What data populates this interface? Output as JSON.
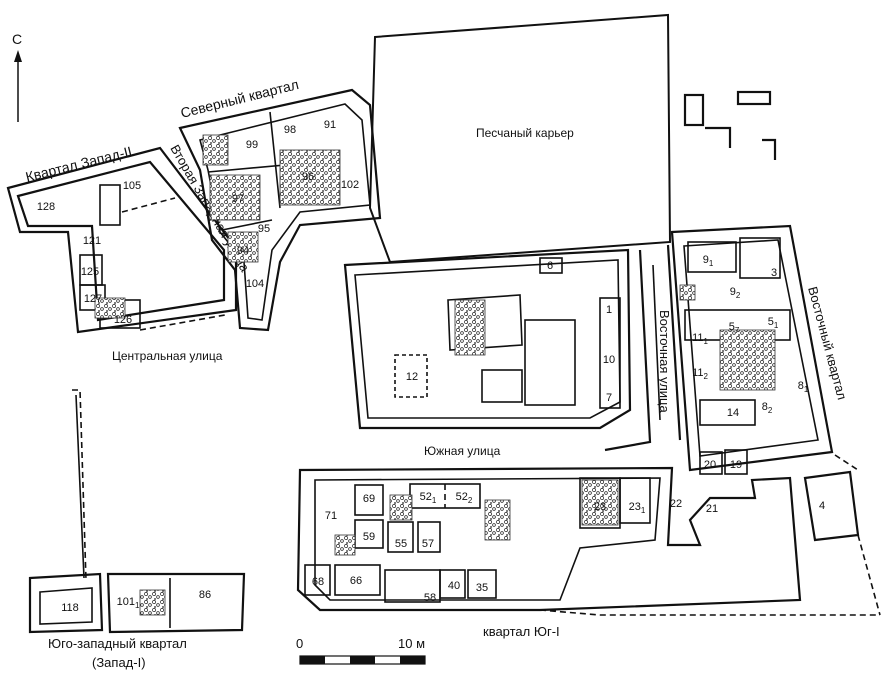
{
  "north_arrow": {
    "label": "С"
  },
  "labels": {
    "quarter_west2": "Квартал Запад-II",
    "second_west_street": "Вторая Западная улица",
    "north_quarter": "Северный квартал",
    "sand_quarry": "Песчаный карьер",
    "central_street": "Центральная улица",
    "east_street": "Восточная улица",
    "east_quarter": "Восточный квартал",
    "south_street": "Южная улица",
    "southwest_quarter_line1": "Юго-западный квартал",
    "southwest_quarter_line2": "(Запад-I)",
    "south_quarter1": "квартал Юг-I"
  },
  "scale_bar": {
    "zero": "0",
    "ten": "10 м"
  },
  "rooms": {
    "r99": "99",
    "r98": "98",
    "r91": "91",
    "r96": "96",
    "r97": "97",
    "r102": "102",
    "r95": "95",
    "r94": "94",
    "r104": "104",
    "r105": "105",
    "r128": "128",
    "r121": "121",
    "r125": "125",
    "r127": "127",
    "r126": "126",
    "r12": "12",
    "r6": "6",
    "r1": "1",
    "r10": "10",
    "r7": "7",
    "r9_1": "9",
    "r9_2": "9",
    "r3": "3",
    "r5_7": "5",
    "r5_1": "5",
    "r11_1": "11",
    "r11_2": "11",
    "r8_1": "8",
    "r8_2": "8",
    "r14": "14",
    "r20": "20",
    "r19": "19",
    "r4": "4",
    "r69": "69",
    "r52_1": "52",
    "r52_2": "52",
    "r71": "71",
    "r59": "59",
    "r55": "55",
    "r57": "57",
    "r23": "23",
    "r23_1": "23",
    "r22": "22",
    "r21": "21",
    "r68": "68",
    "r66": "66",
    "r58": "58",
    "r40": "40",
    "r35": "35",
    "r118": "118",
    "r101": "101",
    "r86": "86"
  },
  "subscripts": {
    "s9_1": "1",
    "s9_2": "2",
    "s5_7": "7",
    "s5_1": "1",
    "s11_1": "1",
    "s11_2": "2",
    "s8_1": "1",
    "s8_2": "2",
    "s52_1": "1",
    "s52_2": "2",
    "s23_1": "1",
    "s101": "1"
  }
}
